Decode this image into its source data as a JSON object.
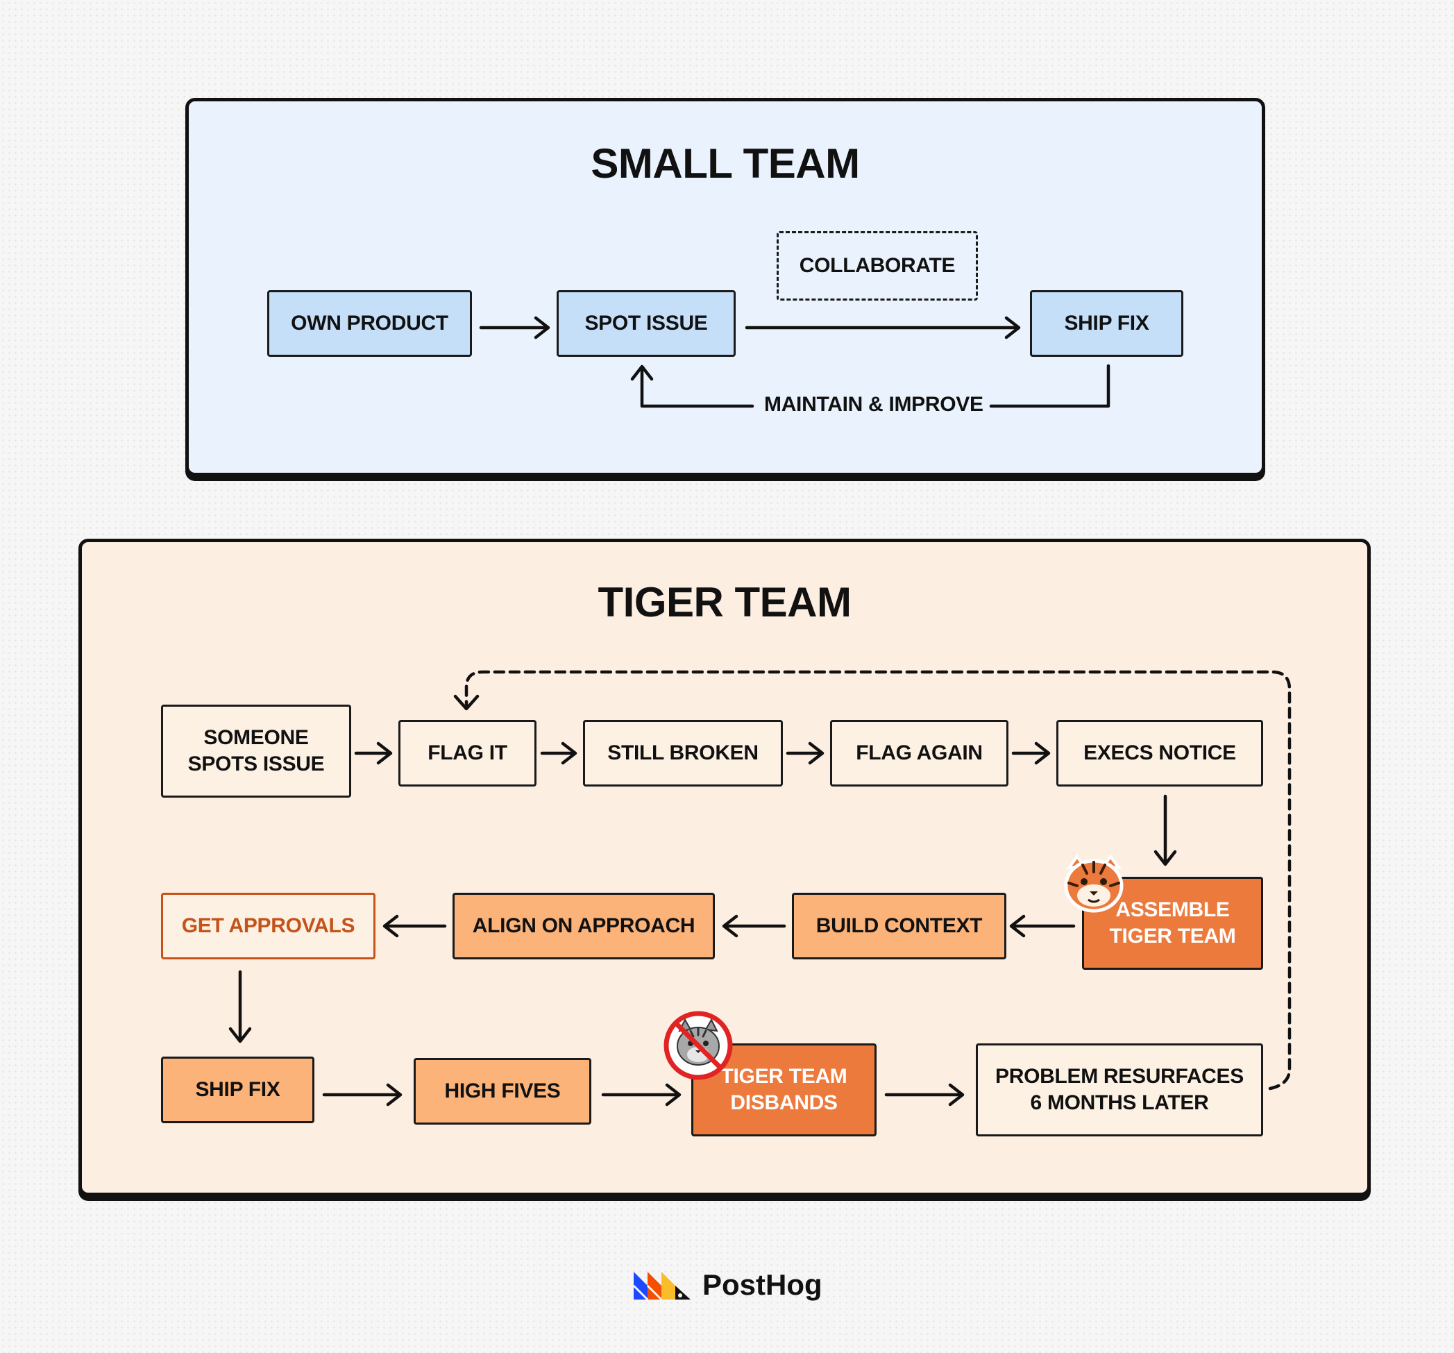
{
  "small_team": {
    "title": "SMALL TEAM",
    "boxes": {
      "own_product": "OWN PRODUCT",
      "spot_issue": "SPOT ISSUE",
      "collaborate": "COLLABORATE",
      "ship_fix": "SHIP FIX"
    },
    "loop_label": "MAINTAIN & IMPROVE"
  },
  "tiger_team": {
    "title": "TIGER TEAM",
    "boxes": {
      "someone_spots_issue": "SOMEONE\nSPOTS ISSUE",
      "flag_it": "FLAG IT",
      "still_broken": "STILL BROKEN",
      "flag_again": "FLAG AGAIN",
      "execs_notice": "EXECS NOTICE",
      "assemble_tiger_team": "ASSEMBLE\nTIGER TEAM",
      "build_context": "BUILD CONTEXT",
      "align_on_approach": "ALIGN ON APPROACH",
      "get_approvals": "GET APPROVALS",
      "ship_fix": "SHIP FIX",
      "high_fives": "HIGH FIVES",
      "tiger_team_disbands": "TIGER TEAM\nDISBANDS",
      "problem_resurfaces": "PROBLEM RESURFACES\n6 MONTHS LATER"
    }
  },
  "brand": {
    "logo_text": "PostHog"
  },
  "colors": {
    "small_panel_bg": "#eaf2fd",
    "tiger_panel_bg": "#fdeee2",
    "blue_box": "#c6dff9",
    "light_orange_box": "#fbb37a",
    "dark_orange_box": "#ec7a3c",
    "outline_orange": "#c45219"
  }
}
